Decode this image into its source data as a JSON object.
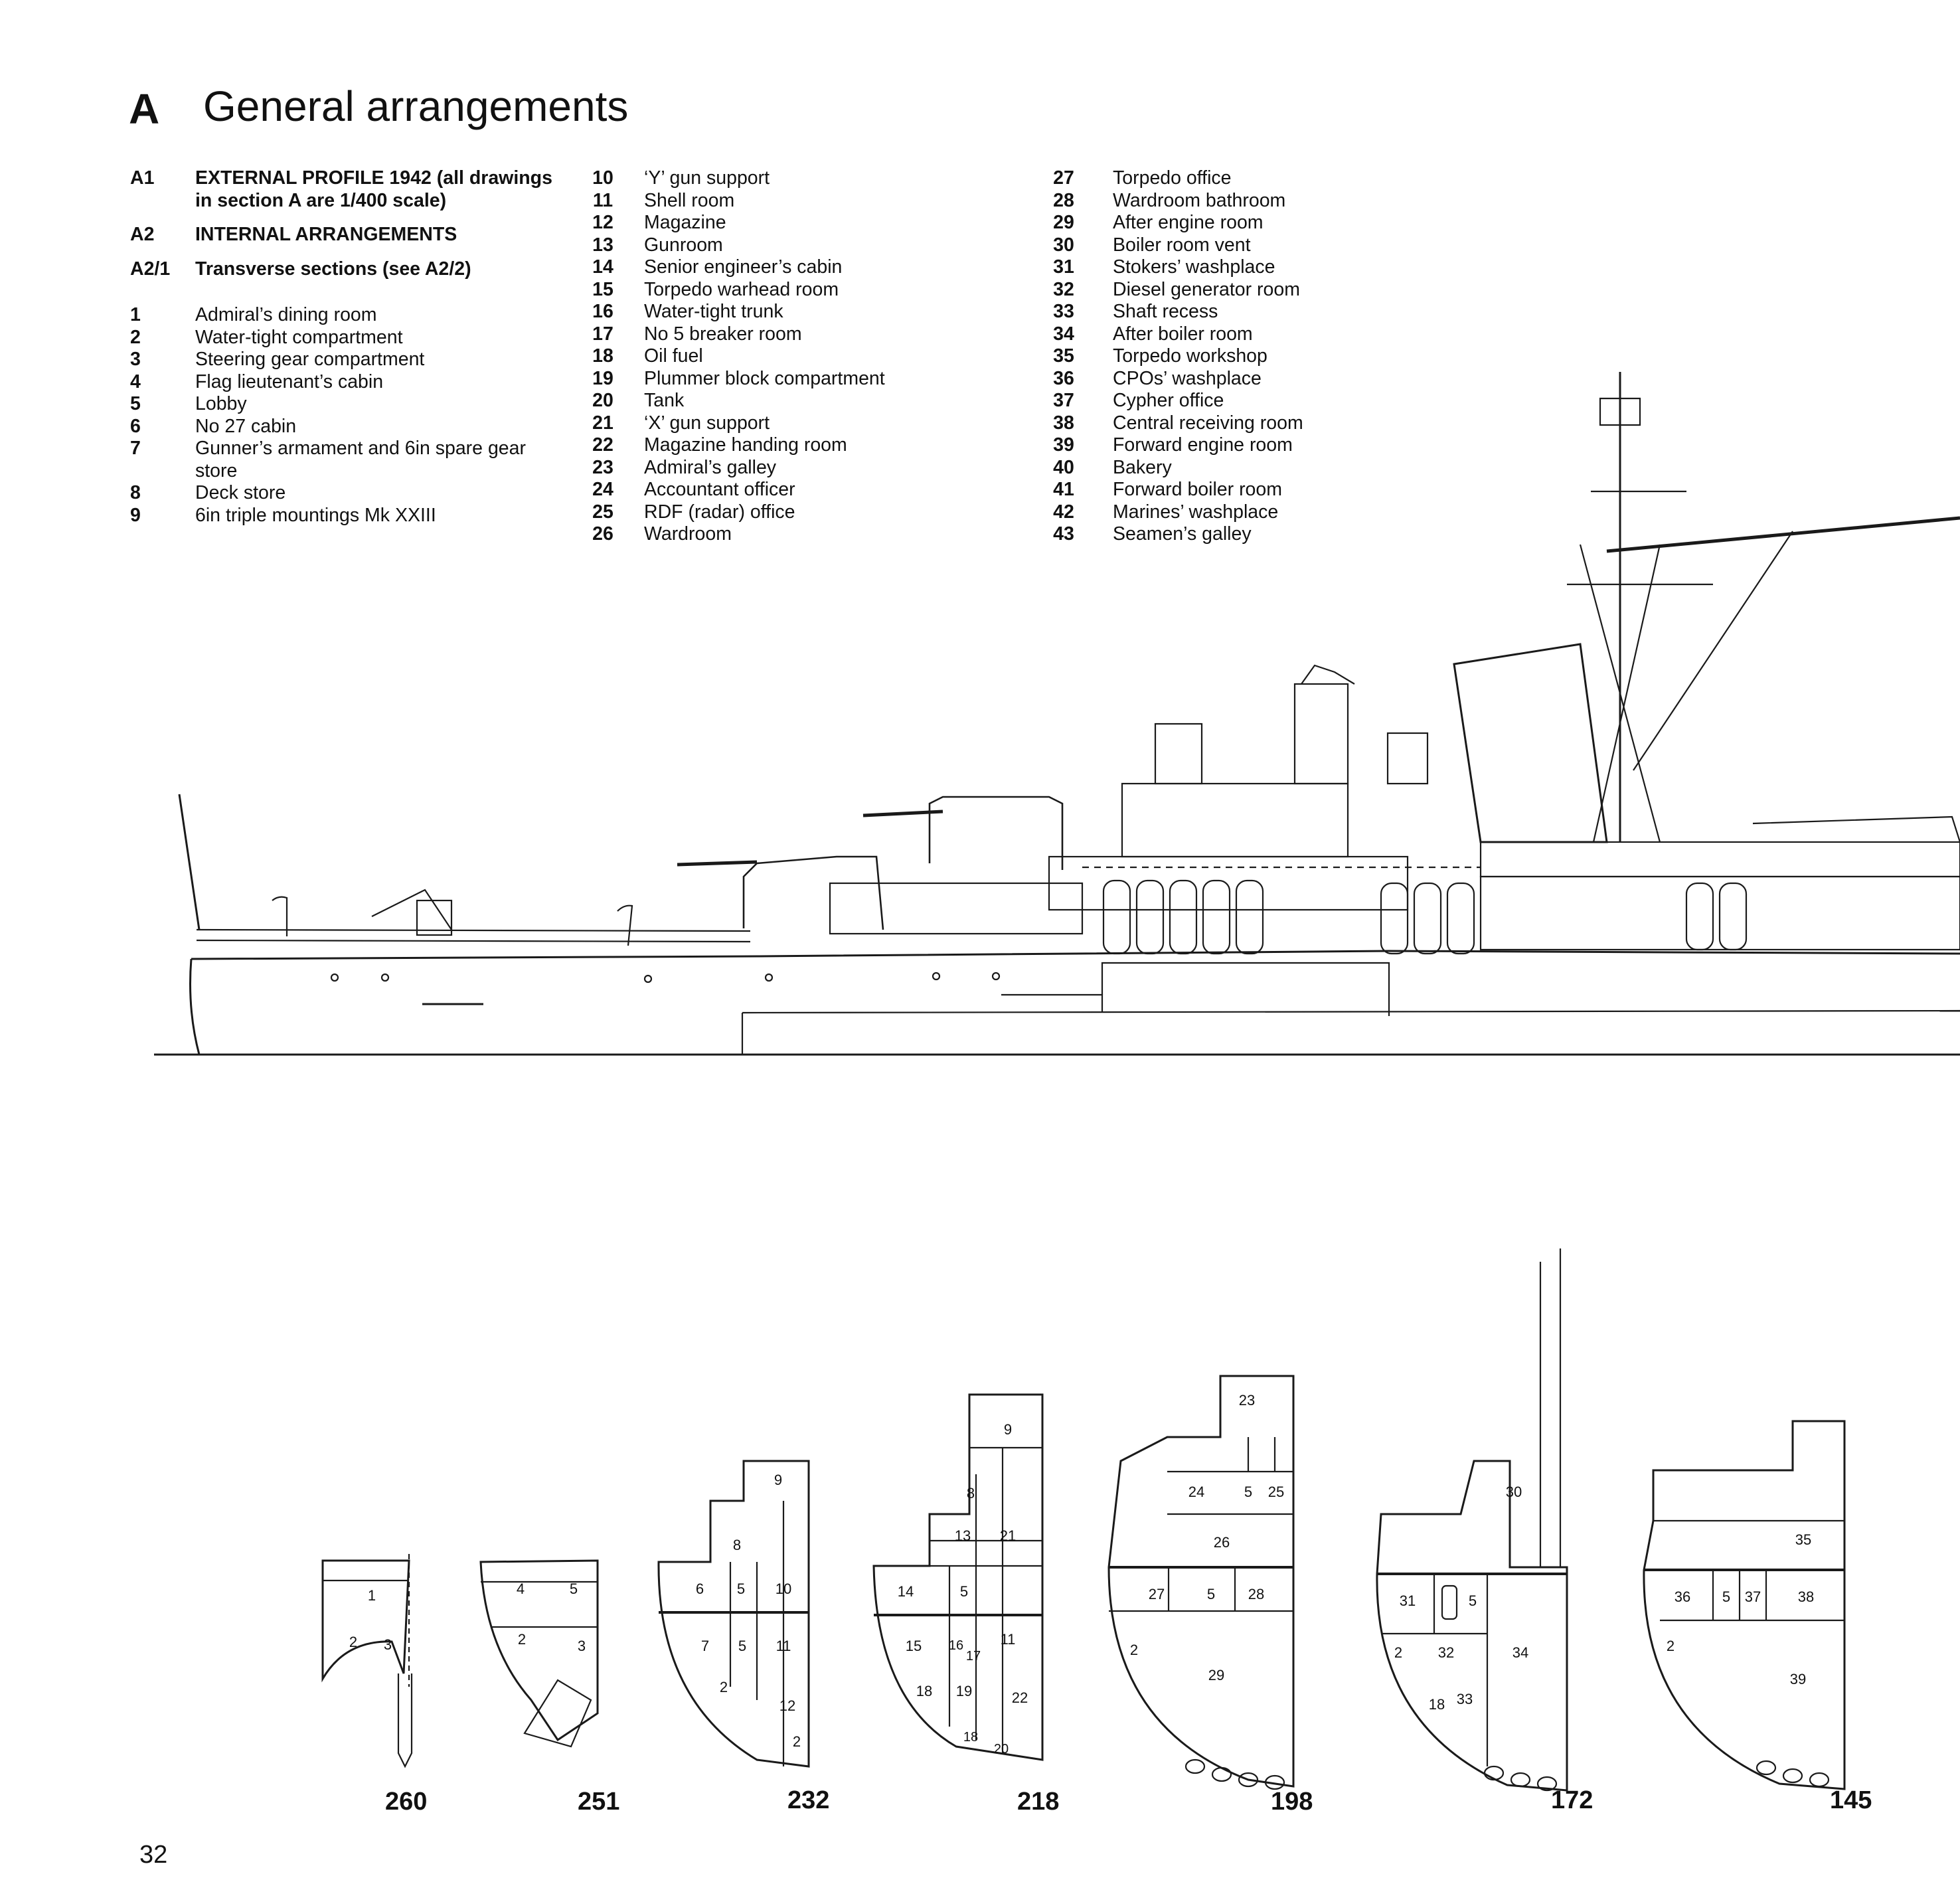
{
  "heading": {
    "letter": "A",
    "title": "General arrangements"
  },
  "legend": {
    "col1_headers": [
      {
        "code": "A1",
        "text": "EXTERNAL PROFILE 1942 (all drawings",
        "text2": "in section A are 1/400 scale)"
      },
      {
        "code": "A2",
        "text": "INTERNAL ARRANGEMENTS"
      },
      {
        "code": "A2/1",
        "text": "Transverse sections (see A2/2)"
      }
    ],
    "col1_items": [
      {
        "num": "1",
        "text": "Admiral’s dining room"
      },
      {
        "num": "2",
        "text": "Water-tight compartment"
      },
      {
        "num": "3",
        "text": "Steering gear compartment"
      },
      {
        "num": "4",
        "text": "Flag lieutenant’s cabin"
      },
      {
        "num": "5",
        "text": "Lobby"
      },
      {
        "num": "6",
        "text": "No 27 cabin"
      },
      {
        "num": "7",
        "text": "Gunner’s armament and 6in spare gear",
        "text2": "store"
      },
      {
        "num": "8",
        "text": "Deck store"
      },
      {
        "num": "9",
        "text": "6in triple mountings Mk XXIII"
      }
    ],
    "col2_items": [
      {
        "num": "10",
        "text": "‘Y’ gun support"
      },
      {
        "num": "11",
        "text": "Shell room"
      },
      {
        "num": "12",
        "text": "Magazine"
      },
      {
        "num": "13",
        "text": "Gunroom"
      },
      {
        "num": "14",
        "text": "Senior engineer’s cabin"
      },
      {
        "num": "15",
        "text": "Torpedo warhead room"
      },
      {
        "num": "16",
        "text": "Water-tight trunk"
      },
      {
        "num": "17",
        "text": "No 5 breaker room"
      },
      {
        "num": "18",
        "text": "Oil fuel"
      },
      {
        "num": "19",
        "text": "Plummer block compartment"
      },
      {
        "num": "20",
        "text": "Tank"
      },
      {
        "num": "21",
        "text": "‘X’ gun support"
      },
      {
        "num": "22",
        "text": "Magazine handing room"
      },
      {
        "num": "23",
        "text": "Admiral’s galley"
      },
      {
        "num": "24",
        "text": "Accountant officer"
      },
      {
        "num": "25",
        "text": "RDF (radar) office"
      },
      {
        "num": "26",
        "text": "Wardroom"
      }
    ],
    "col3_items": [
      {
        "num": "27",
        "text": "Torpedo office"
      },
      {
        "num": "28",
        "text": "Wardroom bathroom"
      },
      {
        "num": "29",
        "text": "After engine room"
      },
      {
        "num": "30",
        "text": "Boiler room vent"
      },
      {
        "num": "31",
        "text": "Stokers’ washplace"
      },
      {
        "num": "32",
        "text": "Diesel generator room"
      },
      {
        "num": "33",
        "text": "Shaft recess"
      },
      {
        "num": "34",
        "text": "After boiler room"
      },
      {
        "num": "35",
        "text": "Torpedo workshop"
      },
      {
        "num": "36",
        "text": "CPOs’ washplace"
      },
      {
        "num": "37",
        "text": "Cypher office"
      },
      {
        "num": "38",
        "text": "Central receiving room"
      },
      {
        "num": "39",
        "text": "Forward engine room"
      },
      {
        "num": "40",
        "text": "Bakery"
      },
      {
        "num": "41",
        "text": "Forward boiler room"
      },
      {
        "num": "42",
        "text": "Marines’ washplace"
      },
      {
        "num": "43",
        "text": "Seamen’s galley"
      }
    ]
  },
  "sections": {
    "frame_labels": [
      "260",
      "251",
      "232",
      "218",
      "198",
      "172",
      "145"
    ],
    "s260": [
      "1",
      "2",
      "3"
    ],
    "s251": [
      "4",
      "5",
      "2",
      "3"
    ],
    "s232": [
      "9",
      "8",
      "6",
      "5",
      "10",
      "7",
      "5",
      "11",
      "2",
      "12",
      "2"
    ],
    "s218": [
      "9",
      "8",
      "13",
      "21",
      "14",
      "5",
      "15",
      "16",
      "17",
      "11",
      "18",
      "19",
      "22",
      "18",
      "20"
    ],
    "s198": [
      "23",
      "24",
      "5",
      "25",
      "26",
      "27",
      "5",
      "28",
      "2",
      "29"
    ],
    "s172": [
      "30",
      "31",
      "5",
      "2",
      "32",
      "34",
      "18",
      "33"
    ],
    "s145": [
      "35",
      "36",
      "5",
      "37",
      "38",
      "2",
      "39"
    ]
  },
  "page_number": "32"
}
